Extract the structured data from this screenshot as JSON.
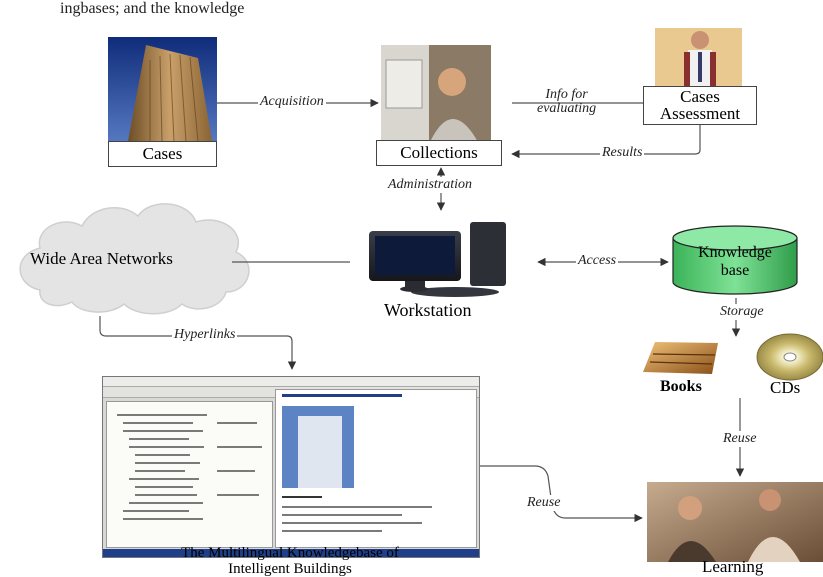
{
  "header_fragment": "ingbases; and the knowledge",
  "nodes": {
    "cases": "Cases",
    "collections": "Collections",
    "cases_assessment_line1": "Cases",
    "cases_assessment_line2": "Assessment",
    "wide_area_networks": "Wide Area Networks",
    "workstation": "Workstation",
    "knowledge_base_line1": "Knowledge",
    "knowledge_base_line2": "base",
    "books": "Books",
    "cds": "CDs",
    "learning": "Learning"
  },
  "edges": {
    "acquisition": "Acquisition",
    "info_line1": "Info for",
    "info_line2": "evaluating",
    "results": "Results",
    "administration": "Administration",
    "access": "Access",
    "storage": "Storage",
    "hyperlinks": "Hyperlinks",
    "reuse_right": "Reuse",
    "reuse_bottom": "Reuse"
  },
  "caption": {
    "line1": "The Multilingual Knowledgebase of",
    "line2": "Intelligent Buildings"
  },
  "colors": {
    "arrow": "#555555",
    "cloud": "#e4e4e4",
    "cylinder_fill": "#5fd07a",
    "building_sky": "#1e3c8c",
    "building_facade": "#b08750",
    "collections_photo": "#8a7a66",
    "monitor": "#24262c",
    "learning_photo": "#a58a6e"
  }
}
